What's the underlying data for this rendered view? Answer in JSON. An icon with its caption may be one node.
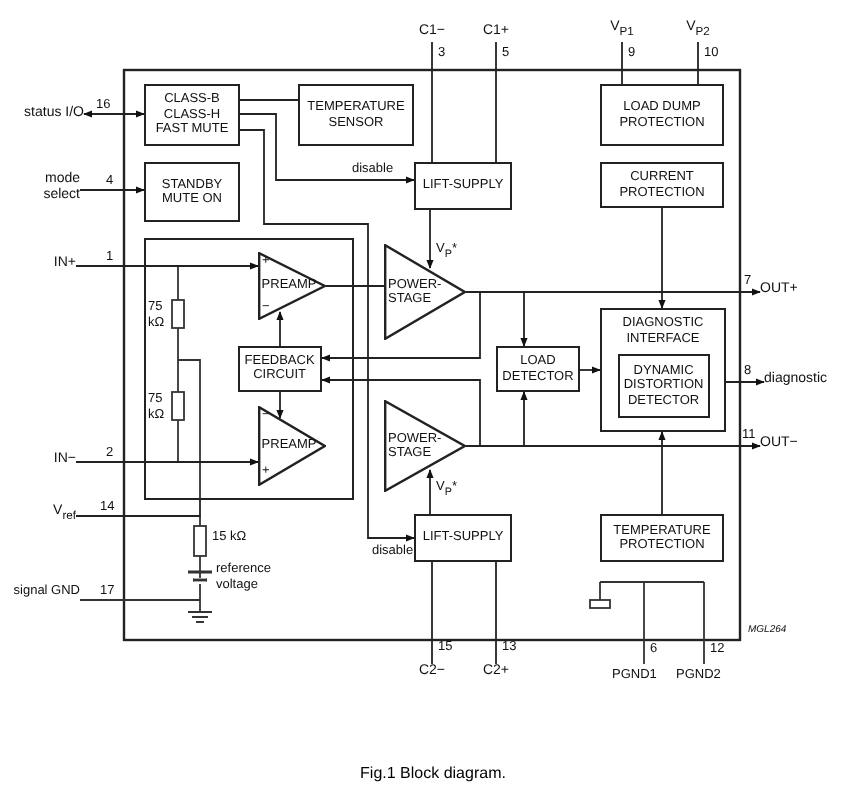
{
  "diagram": {
    "caption": "Fig.1 Block diagram.",
    "nodes": [
      {
        "text": [
          "CLASS-B CLASS-H FAST MUTE"
        ]
      },
      {
        "text": [
          "TEMPERATURE SENSOR"
        ]
      },
      {
        "text": [
          "STANDBY MUTE ON"
        ]
      },
      {
        "text": [
          "LIFT-SUPPLY"
        ]
      },
      {
        "text": [
          "LOAD DUMP PROTECTION"
        ]
      },
      {
        "text": [
          "CURRENT PROTECTION"
        ]
      },
      {
        "text": [],
        "shape": "box"
      },
      {
        "text": [
          "PREAMP"
        ],
        "in": 6
      },
      {
        "text": [
          "FEEDBACK CIRCUIT"
        ],
        "in": 6
      },
      {
        "text": [
          "PREAMP"
        ],
        "in": 6
      },
      {
        "text": [
          "POWER-STAGE"
        ]
      },
      {
        "text": [
          "LOAD DETECTOR"
        ]
      },
      {
        "text": [
          "DIAGNOSTIC INTERFACE"
        ]
      },
      {
        "text": [
          "DYNAMIC DISTORTION DETECTOR"
        ],
        "in": 12
      },
      {
        "text": [
          "POWER-STAGE"
        ]
      },
      {
        "text": [
          "LIFT-SUPPLY"
        ]
      },
      {
        "text": [
          "TEMPERATURE PROTECTION"
        ]
      },
      {
        "text": [
          "status I/O"
        ]
      },
      {
        "text": [
          "mode select"
        ]
      },
      {
        "text": [
          "IN+"
        ]
      },
      {
        "text": [
          "IN−"
        ]
      },
      {
        "text": [
          "V$_{ref}$"
        ]
      },
      {
        "text": [
          "C1−"
        ]
      },
      {
        "text": [
          "C1+"
        ]
      },
      {
        "text": [
          "V$_{P1}$"
        ]
      },
      {
        "text": [
          "V$_{P2}$"
        ]
      },
      {
        "text": [
          "OUT+"
        ]
      },
      {
        "text": [
          "diagnostic"
        ]
      },
      {
        "text": [
          "OUT−"
        ]
      },
      {
        "text": [
          "C2−"
        ]
      },
      {
        "text": [
          "C2+"
        ]
      }
    ],
    "edges": [
      {
        "from": 0,
        "to": 17,
        "arrow": "both",
        "label": "16"
      },
      {
        "from": 18,
        "to": 2,
        "arrow": "to",
        "label": "4"
      },
      {
        "from": 19,
        "to": 7,
        "arrow": "to",
        "label": "1"
      },
      {
        "from": 20,
        "to": 9,
        "arrow": "to",
        "label": "2"
      },
      {
        "from": 0,
        "to": 1,
        "arrow": "none"
      },
      {
        "from": 0,
        "to": 3,
        "arrow": "to",
        "label": "disable"
      },
      {
        "from": 0,
        "to": 15,
        "arrow": "to",
        "label": "disable"
      },
      {
        "from": 22,
        "to": 3,
        "arrow": "none",
        "label": "3"
      },
      {
        "from": 23,
        "to": 3,
        "arrow": "none",
        "label": "5"
      },
      {
        "from": 24,
        "to": 4,
        "arrow": "none",
        "label": "9"
      },
      {
        "from": 25,
        "to": 4,
        "arrow": "none",
        "label": "10"
      },
      {
        "from": 7,
        "to": 10,
        "arrow": "none"
      },
      {
        "from": 3,
        "to": 10,
        "arrow": "to",
        "label": "V$_{P}$*"
      },
      {
        "from": 10,
        "to": 26,
        "arrow": "to",
        "label": "7"
      },
      {
        "from": 5,
        "to": 12,
        "arrow": "to"
      },
      {
        "from": 11,
        "to": 12,
        "arrow": "to"
      },
      {
        "from": 12,
        "to": 27,
        "arrow": "to",
        "label": "8"
      },
      {
        "from": 14,
        "to": 28,
        "arrow": "to",
        "label": "11"
      },
      {
        "from": 16,
        "to": 12,
        "arrow": "to"
      },
      {
        "from": 15,
        "to": 14,
        "arrow": "to",
        "label": "V$_{P}$*"
      },
      {
        "from": 29,
        "to": 15,
        "arrow": "none",
        "label": "15"
      },
      {
        "from": 30,
        "to": 15,
        "arrow": "none",
        "label": "13"
      },
      {
        "from": 8,
        "to": 7,
        "arrow": "to"
      },
      {
        "from": 8,
        "to": 9,
        "arrow": "to"
      },
      {
        "from": 10,
        "to": 8,
        "arrow": "to"
      },
      {
        "from": 14,
        "to": 8,
        "arrow": "to"
      },
      {
        "from": 10,
        "to": 11,
        "arrow": "to"
      },
      {
        "from": 14,
        "to": 11,
        "arrow": "to"
      },
      {
        "from": 21,
        "to": 6,
        "arrow": "none",
        "label": "14"
      }
    ],
    "labels": [
      "+",
      "−",
      "75 kΩ",
      "75 kΩ",
      "−",
      "+",
      "15 kΩ",
      "reference voltage",
      "17",
      "signal GND",
      "MGL264",
      "6",
      "12",
      "PGND1",
      "PGND2"
    ]
  }
}
